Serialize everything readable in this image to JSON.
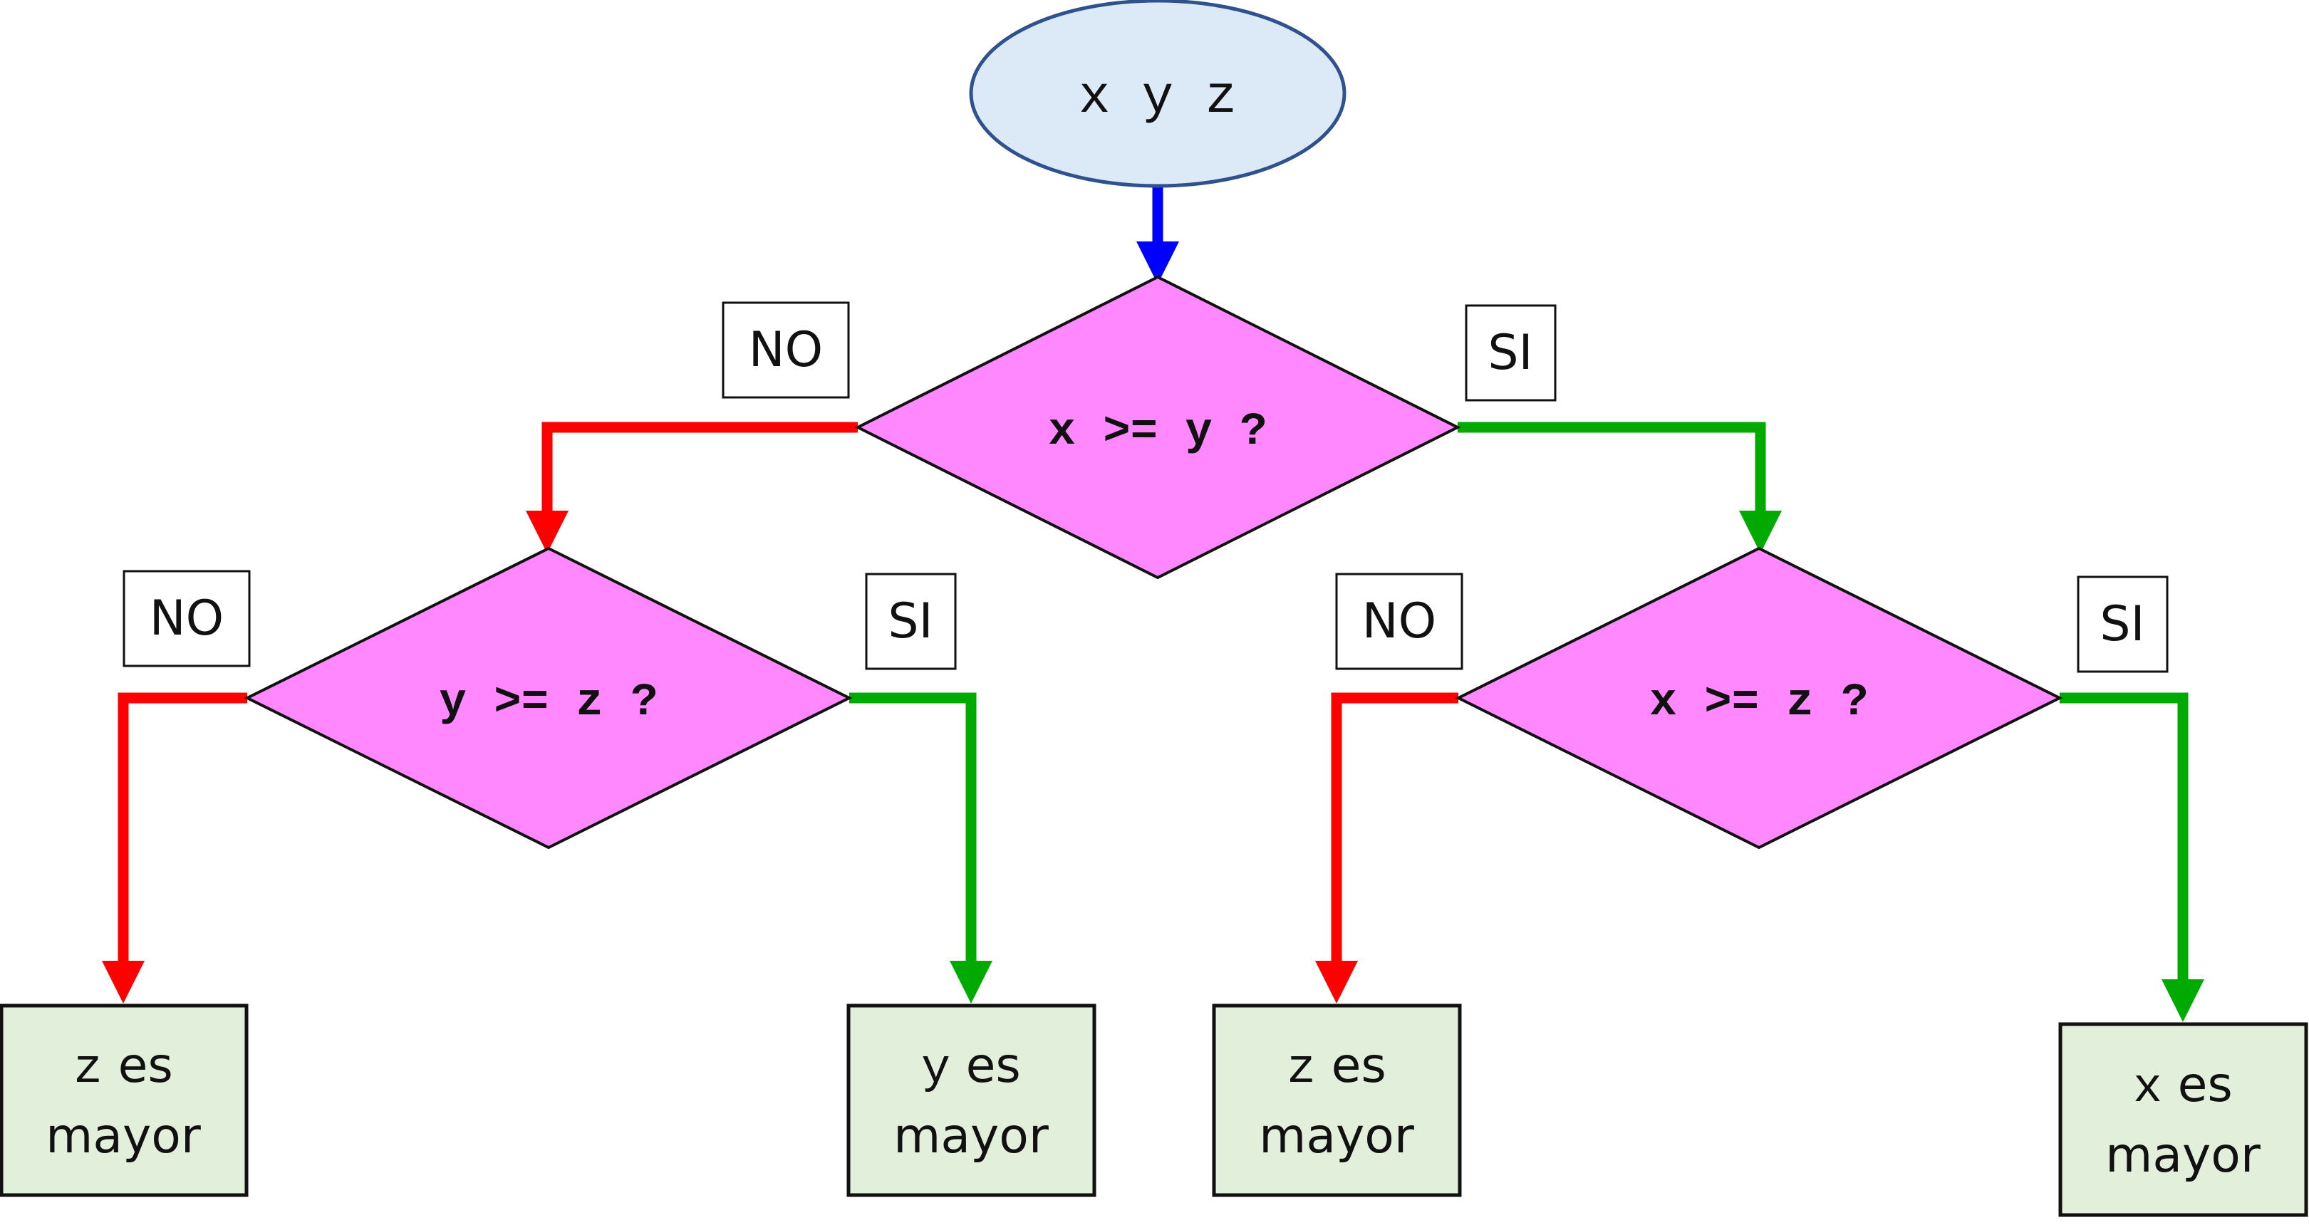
{
  "start": {
    "label": "x y z"
  },
  "decisions": {
    "top": {
      "condition": "x >= y ?"
    },
    "left": {
      "condition": "y >= z ?"
    },
    "right": {
      "condition": "x >= z ?"
    }
  },
  "branch_labels": {
    "top_no": "NO",
    "top_si": "SI",
    "left_no": "NO",
    "left_si": "SI",
    "right_no": "NO",
    "right_si": "SI"
  },
  "results": {
    "z_left": {
      "var": "z",
      "line1": "es",
      "line2": "mayor"
    },
    "y": {
      "var": "y",
      "line1": "es",
      "line2": "mayor"
    },
    "z_right": {
      "var": "z",
      "line1": "es",
      "line2": "mayor"
    },
    "x": {
      "var": "x",
      "line1": "es",
      "line2": "mayor"
    }
  },
  "colors": {
    "start_fill": "#dce9f6",
    "start_stroke": "#2f528f",
    "decision_fill": "#ff88ff",
    "result_fill": "#e2efda",
    "arrow_start": "#0000ff",
    "arrow_no": "#ff0000",
    "arrow_si": "#00aa00"
  }
}
